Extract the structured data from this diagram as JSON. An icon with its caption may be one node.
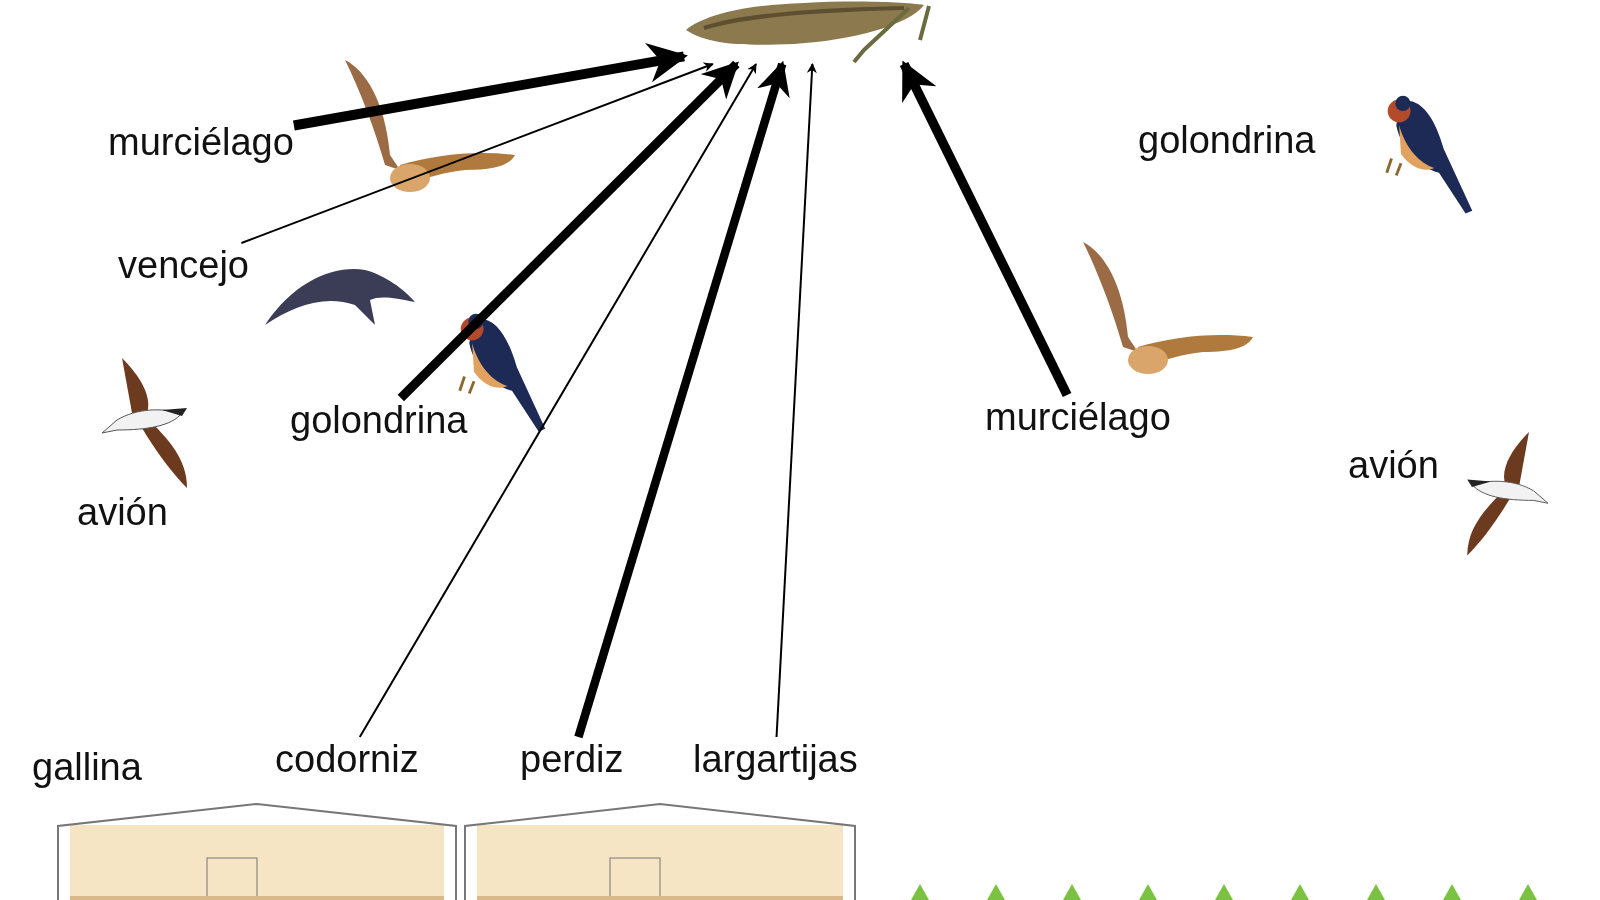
{
  "diagram": {
    "nodes": [
      {
        "text": [],
        "shape": "picture"
      },
      {
        "text": [
          "murciélago"
        ]
      },
      {
        "text": [
          "vencejo"
        ]
      },
      {
        "text": [
          "golondrina"
        ]
      },
      {
        "text": [
          "codorniz"
        ]
      },
      {
        "text": [
          "perdiz"
        ]
      },
      {
        "text": [
          "largartijas"
        ]
      },
      {
        "text": [
          "murciélago"
        ]
      }
    ],
    "edges": [
      {
        "from": 1,
        "to": 0,
        "arrow": "to"
      },
      {
        "from": 2,
        "to": 0,
        "arrow": "to"
      },
      {
        "from": 3,
        "to": 0,
        "arrow": "to"
      },
      {
        "from": 4,
        "to": 0,
        "arrow": "to"
      },
      {
        "from": 5,
        "to": 0,
        "arrow": "to"
      },
      {
        "from": 6,
        "to": 0,
        "arrow": "to"
      },
      {
        "from": 7,
        "to": 0,
        "arrow": "to"
      }
    ],
    "labels": [
      "golondrina",
      "avión",
      "avión",
      "gallina"
    ]
  }
}
